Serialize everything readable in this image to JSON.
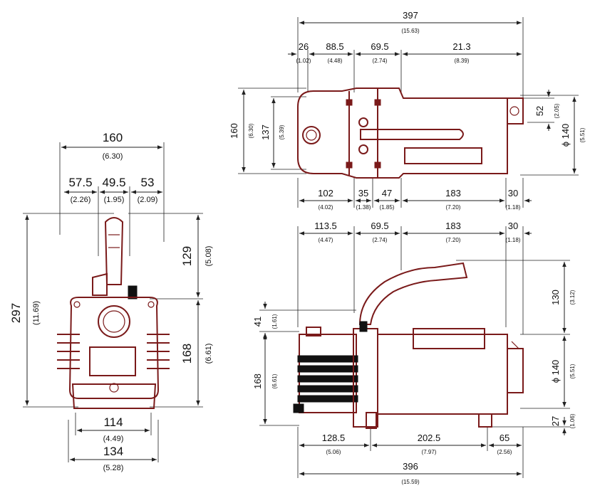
{
  "front_view": {
    "overall_width": {
      "mm": "160",
      "in": "(6.30)"
    },
    "seg_left": {
      "mm": "57.5",
      "in": "(2.26)"
    },
    "seg_mid": {
      "mm": "49.5",
      "in": "(1.95)"
    },
    "seg_right": {
      "mm": "53",
      "in": "(2.09)"
    },
    "overall_height": {
      "mm": "297",
      "in": "(11.69)"
    },
    "upper_height": {
      "mm": "129",
      "in": "(5.08)"
    },
    "lower_height": {
      "mm": "168",
      "in": "(6.61)"
    },
    "base_inner": {
      "mm": "114",
      "in": "(4.49)"
    },
    "base_outer": {
      "mm": "134",
      "in": "(5.28)"
    }
  },
  "top_view": {
    "overall_length": {
      "mm": "397",
      "in": "(15.63)"
    },
    "seg_a": {
      "mm": "26",
      "in": "(1.02)"
    },
    "seg_b": {
      "mm": "88.5",
      "in": "(4.48)"
    },
    "seg_c": {
      "mm": "69.5",
      "in": "(2.74)"
    },
    "seg_d": {
      "mm": "21.3",
      "in": "(8.39)"
    },
    "height_outer": {
      "mm": "160",
      "in": "(6.30)"
    },
    "height_inner": {
      "mm": "137",
      "in": "(5.39)"
    },
    "right_offset": {
      "mm": "52",
      "in": "(2.05)"
    },
    "diameter": {
      "mm": "ϕ 140",
      "in": "(5.51)"
    },
    "bottom_a": {
      "mm": "102",
      "in": "(4.02)"
    },
    "bottom_b": {
      "mm": "35",
      "in": "(1.38)"
    },
    "bottom_c": {
      "mm": "47",
      "in": "(1.85)"
    },
    "bottom_d": {
      "mm": "183",
      "in": "(7.20)"
    },
    "bottom_e": {
      "mm": "30",
      "in": "(1.18)"
    }
  },
  "side_view": {
    "top_a": {
      "mm": "113.5",
      "in": "(4.47)"
    },
    "top_b": {
      "mm": "69.5",
      "in": "(2.74)"
    },
    "top_c": {
      "mm": "183",
      "in": "(7.20)"
    },
    "top_d": {
      "mm": "30",
      "in": "(1.18)"
    },
    "handle_height": {
      "mm": "130",
      "in": "(3.12)"
    },
    "diameter": {
      "mm": "ϕ 140",
      "in": "(5.51)"
    },
    "foot_height": {
      "mm": "27",
      "in": "(1.06)"
    },
    "left_small": {
      "mm": "41",
      "in": "(1.61)"
    },
    "left_body": {
      "mm": "168",
      "in": "(6.61)"
    },
    "bottom_a": {
      "mm": "128.5",
      "in": "(5.06)"
    },
    "bottom_b": {
      "mm": "202.5",
      "in": "(7.97)"
    },
    "bottom_c": {
      "mm": "65",
      "in": "(2.56)"
    },
    "overall_length": {
      "mm": "396",
      "in": "(15.59)"
    }
  },
  "colors": {
    "outline": "#7a1a1a",
    "dimension": "#222222"
  }
}
